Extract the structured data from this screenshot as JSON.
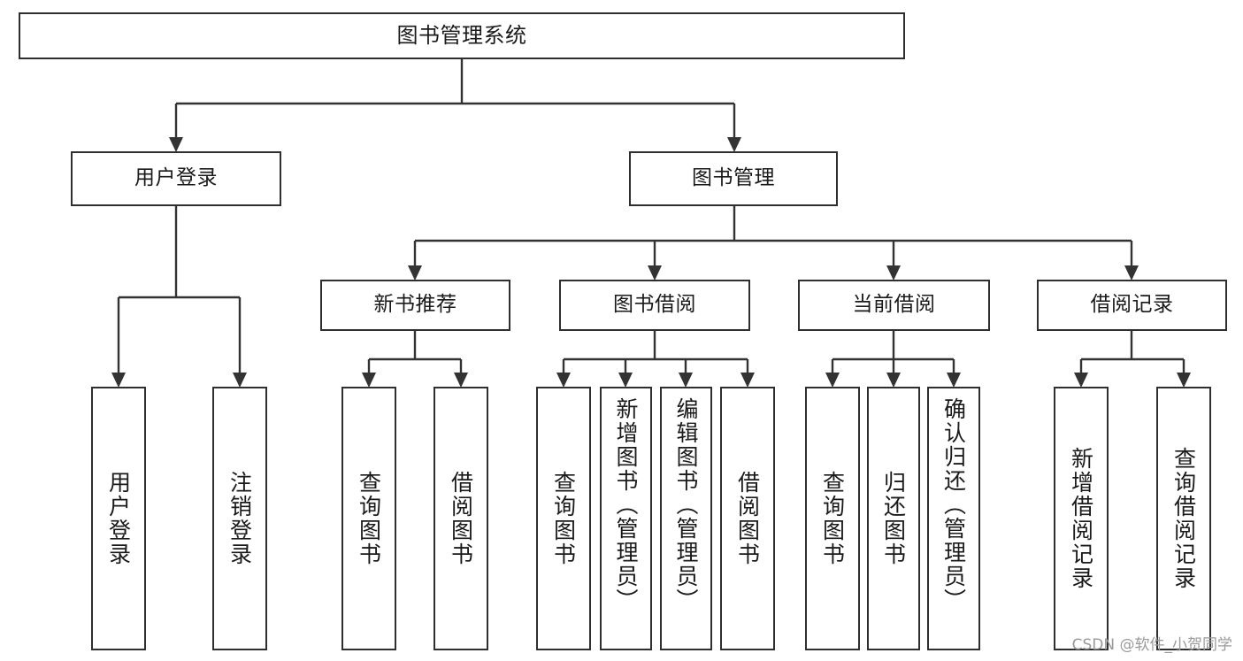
{
  "diagram": {
    "type": "tree",
    "title": "图书管理系统",
    "root": {
      "id": "root",
      "label": "图书管理系统"
    },
    "level1": [
      {
        "id": "user-login",
        "label": "用户登录"
      },
      {
        "id": "book-manage",
        "label": "图书管理"
      }
    ],
    "level2": [
      {
        "id": "new-book-rec",
        "label": "新书推荐",
        "parent": "book-manage"
      },
      {
        "id": "book-borrow",
        "label": "图书借阅",
        "parent": "book-manage"
      },
      {
        "id": "current-borrow",
        "label": "当前借阅",
        "parent": "book-manage"
      },
      {
        "id": "borrow-record",
        "label": "借阅记录",
        "parent": "book-manage"
      }
    ],
    "leaves": [
      {
        "id": "leaf-user-login",
        "label": "用户登录",
        "parent": "user-login"
      },
      {
        "id": "leaf-user-logout",
        "label": "注销登录",
        "parent": "user-login"
      },
      {
        "id": "leaf-query-book-1",
        "label": "查询图书",
        "parent": "new-book-rec"
      },
      {
        "id": "leaf-borrow-book-1",
        "label": "借阅图书",
        "parent": "new-book-rec"
      },
      {
        "id": "leaf-query-book-2",
        "label": "查询图书",
        "parent": "book-borrow"
      },
      {
        "id": "leaf-add-book",
        "label": "新增图书（管理员）",
        "parent": "book-borrow"
      },
      {
        "id": "leaf-edit-book",
        "label": "编辑图书（管理员）",
        "parent": "book-borrow"
      },
      {
        "id": "leaf-borrow-book-2",
        "label": "借阅图书",
        "parent": "book-borrow"
      },
      {
        "id": "leaf-query-book-3",
        "label": "查询图书",
        "parent": "current-borrow"
      },
      {
        "id": "leaf-return-book",
        "label": "归还图书",
        "parent": "current-borrow"
      },
      {
        "id": "leaf-confirm-return",
        "label": "确认归还（管理员）",
        "parent": "current-borrow"
      },
      {
        "id": "leaf-add-record",
        "label": "新增借阅记录",
        "parent": "borrow-record"
      },
      {
        "id": "leaf-query-record",
        "label": "查询借阅记录",
        "parent": "borrow-record"
      }
    ]
  },
  "watermark": {
    "text": "CSDN @软件_小贺同学"
  },
  "colors": {
    "stroke": "#333333",
    "box_border": "#2f2f2f",
    "background": "#ffffff",
    "text": "#1a1a1a",
    "watermark": "#9a9a9a"
  }
}
